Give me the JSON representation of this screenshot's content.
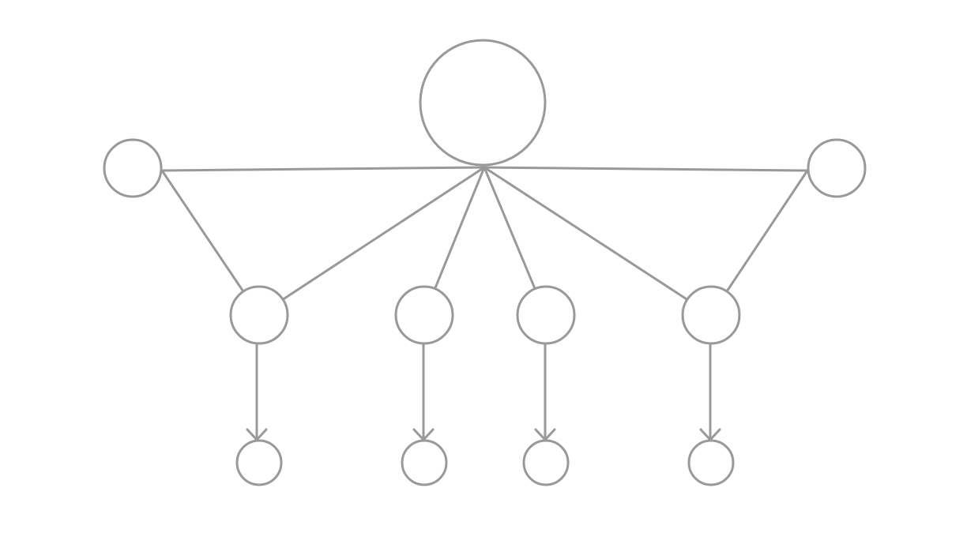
{
  "diagram": {
    "stroke_color": "#999999",
    "background_color": "#ffffff",
    "nodes": [
      {
        "id": "root",
        "level": 0
      },
      {
        "id": "side-left",
        "level": 1
      },
      {
        "id": "side-right",
        "level": 1
      },
      {
        "id": "mid-1",
        "level": 2
      },
      {
        "id": "mid-2",
        "level": 2
      },
      {
        "id": "mid-3",
        "level": 2
      },
      {
        "id": "mid-4",
        "level": 2
      },
      {
        "id": "leaf-1",
        "level": 3
      },
      {
        "id": "leaf-2",
        "level": 3
      },
      {
        "id": "leaf-3",
        "level": 3
      },
      {
        "id": "leaf-4",
        "level": 3
      }
    ],
    "edges": [
      {
        "from": "root",
        "to": "side-left",
        "arrow": false
      },
      {
        "from": "root",
        "to": "side-right",
        "arrow": false
      },
      {
        "from": "root",
        "to": "mid-1",
        "arrow": false
      },
      {
        "from": "root",
        "to": "mid-2",
        "arrow": false
      },
      {
        "from": "root",
        "to": "mid-3",
        "arrow": false
      },
      {
        "from": "root",
        "to": "mid-4",
        "arrow": false
      },
      {
        "from": "side-left",
        "to": "mid-1",
        "arrow": false
      },
      {
        "from": "side-right",
        "to": "mid-4",
        "arrow": false
      },
      {
        "from": "mid-1",
        "to": "leaf-1",
        "arrow": true
      },
      {
        "from": "mid-2",
        "to": "leaf-2",
        "arrow": true
      },
      {
        "from": "mid-3",
        "to": "leaf-3",
        "arrow": true
      },
      {
        "from": "mid-4",
        "to": "leaf-4",
        "arrow": true
      }
    ]
  }
}
